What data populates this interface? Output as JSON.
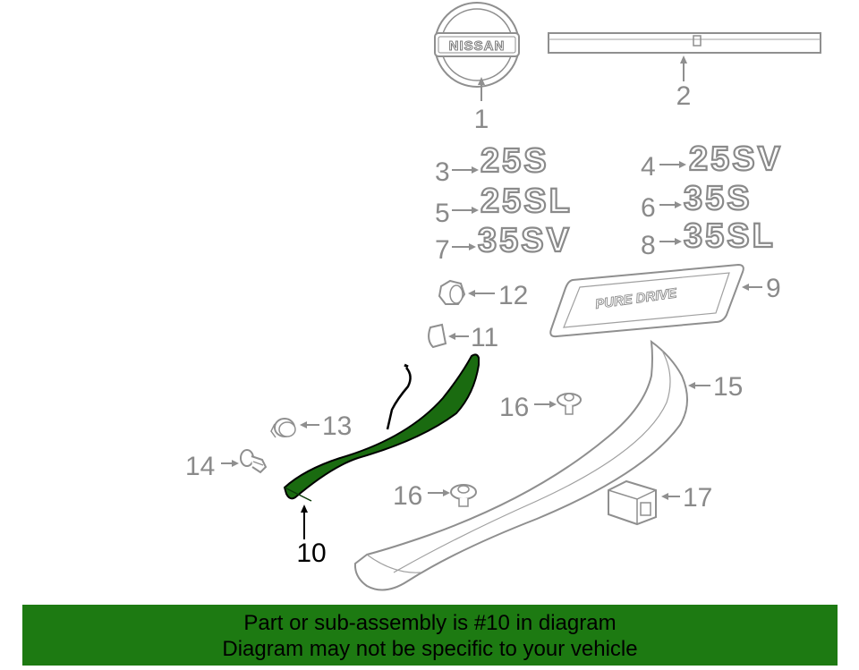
{
  "brand_logo": {
    "text": "NISSAN"
  },
  "badges": {
    "b3": "25S",
    "b4": "25SV",
    "b5": "25SL",
    "b6": "35S",
    "b7": "35SV",
    "b8": "35SL",
    "b9": "PURE DRIVE"
  },
  "callouts": {
    "c1": "1",
    "c2": "2",
    "c3": "3",
    "c4": "4",
    "c5": "5",
    "c6": "6",
    "c7": "7",
    "c8": "8",
    "c9": "9",
    "c10": "10",
    "c11": "11",
    "c12": "12",
    "c13": "13",
    "c14": "14",
    "c15": "15",
    "c16a": "16",
    "c16b": "16",
    "c17": "17"
  },
  "highlight": {
    "part_number": "10",
    "color": "#1a6b10"
  },
  "footer": {
    "line1": "Part or sub-assembly is #10 in diagram",
    "line2": "Diagram may not be specific to your vehicle",
    "background": "#1d7a12"
  }
}
